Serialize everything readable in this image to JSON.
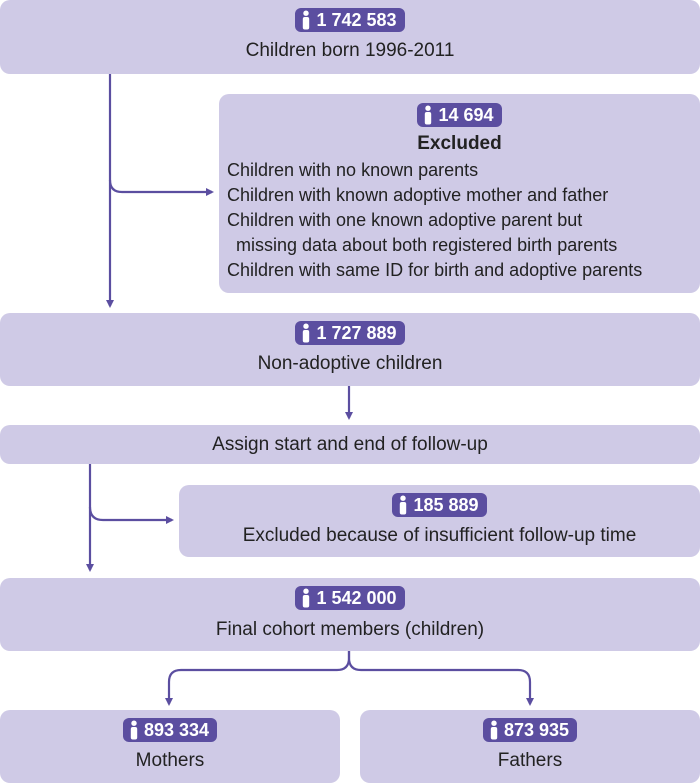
{
  "accent_color": "#5b4ea0",
  "box_color": "#cfcae6",
  "icon": "person-icon",
  "boxes": {
    "born": {
      "count": "1 742 583",
      "label": "Children born 1996-2011"
    },
    "excluded1": {
      "count": "14 694",
      "title": "Excluded",
      "lines": [
        "Children with no known parents",
        "Children with known adoptive mother and father",
        "Children with one known adoptive parent but",
        "missing data about both registered birth parents",
        "Children with same ID for birth and adoptive parents"
      ]
    },
    "nonadoptive": {
      "count": "1 727 889",
      "label": "Non-adoptive children"
    },
    "followup": {
      "label": "Assign start and end of follow-up"
    },
    "excluded2": {
      "count": "185 889",
      "label": "Excluded because of insufficient follow-up time"
    },
    "final": {
      "count": "1 542 000",
      "label": "Final cohort members (children)"
    },
    "mothers": {
      "count": "893 334",
      "label": "Mothers"
    },
    "fathers": {
      "count": "873 935",
      "label": "Fathers"
    }
  }
}
